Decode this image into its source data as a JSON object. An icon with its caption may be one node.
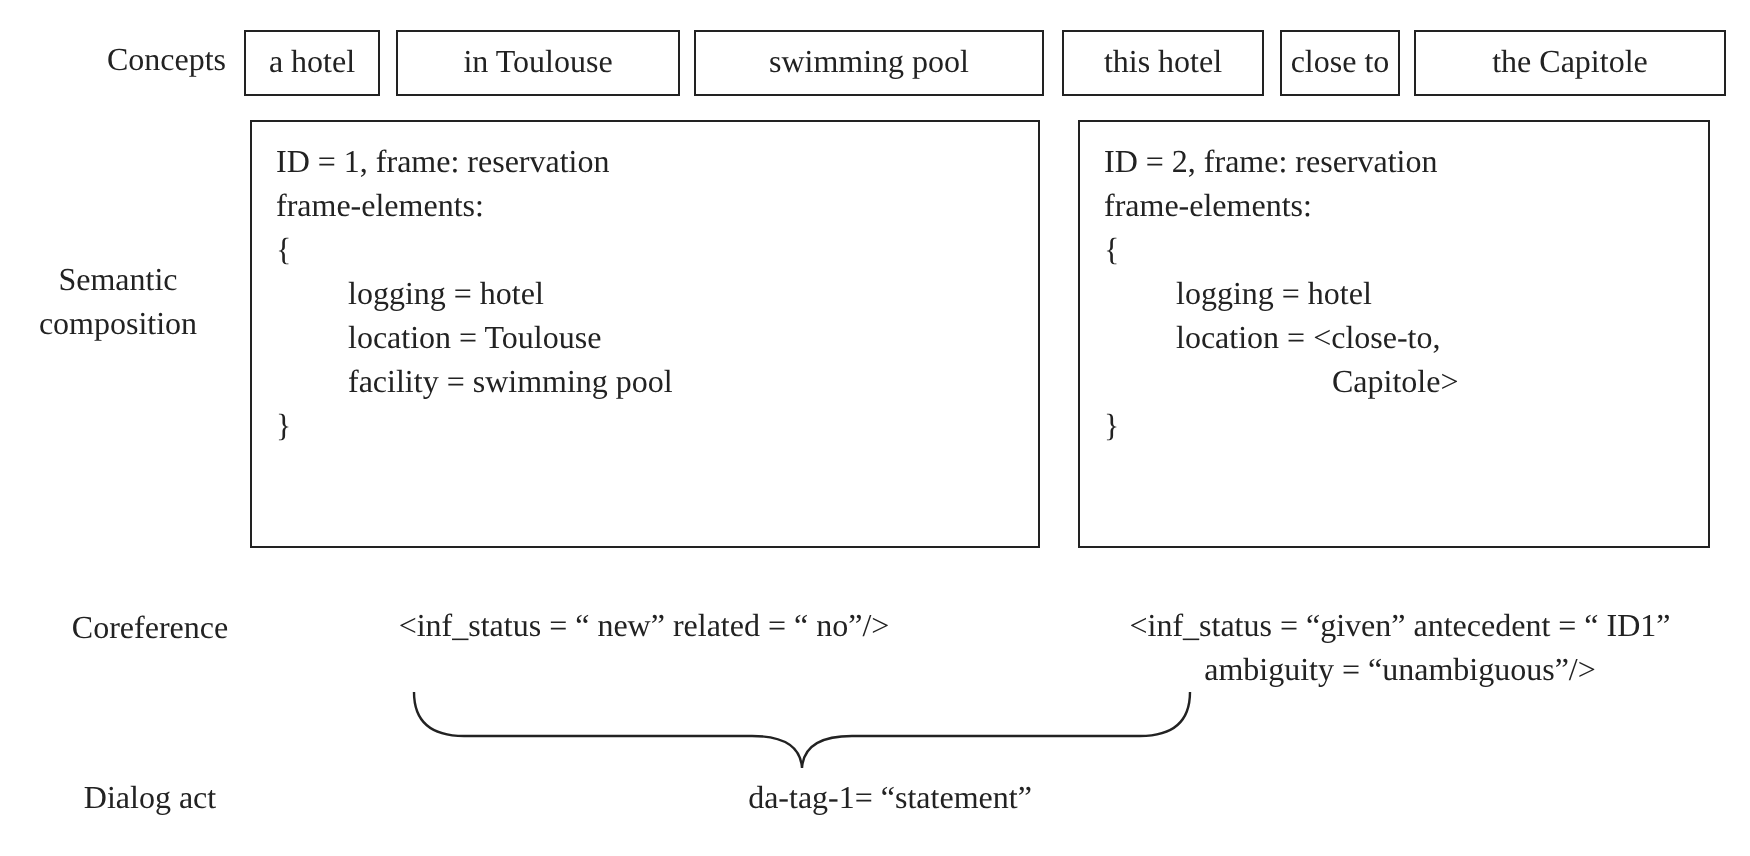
{
  "diagram": {
    "nodes": [
      {
        "text": [
          "a hotel"
        ]
      },
      {
        "text": [
          "in Toulouse"
        ]
      },
      {
        "text": [
          "swimming pool"
        ]
      },
      {
        "text": [
          "this hotel"
        ]
      },
      {
        "text": [
          "close to"
        ]
      },
      {
        "text": [
          "the Capitole"
        ]
      },
      {
        "text": [
          "ID = 1, frame: reservation",
          "frame-elements:",
          "{",
          "logging = hotel",
          "location = Toulouse",
          "facility = swimming pool",
          "}"
        ]
      },
      {
        "text": [
          "ID = 2, frame: reservation",
          "frame-elements:",
          "{",
          "logging = hotel",
          "location = <close-to, Capitole>",
          "}"
        ]
      }
    ],
    "edges": [],
    "labels": [
      "Concepts",
      "Semantic composition",
      "Coreference",
      "<inf_status = “ new” related = “ no”/>",
      "<inf_status = “given” antecedent = “ ID1” ambiguity = “unambiguous”/>",
      "Dialog act",
      "da-tag-1= “statement”"
    ]
  }
}
